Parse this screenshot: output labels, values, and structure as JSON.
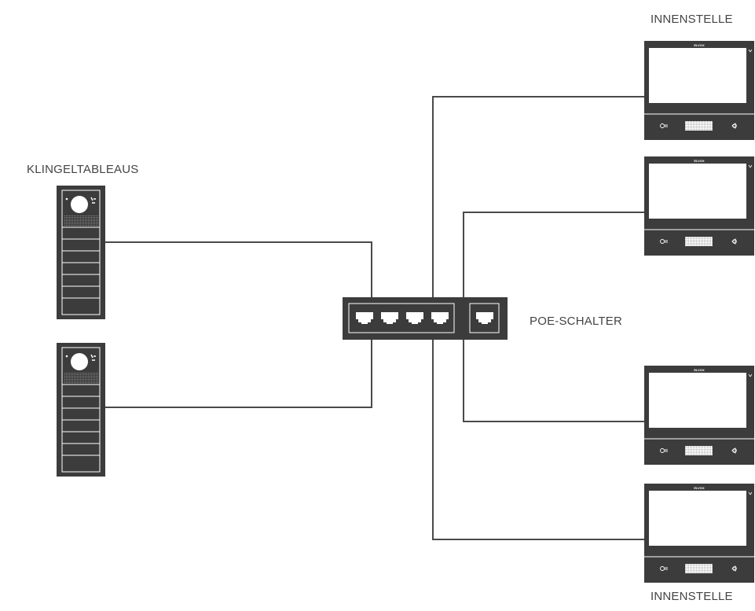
{
  "labels": {
    "door_panels": "KLINGELTABLEAUS",
    "switch": "POE-SCHALTER",
    "indoor_top": "INNENSTELLE",
    "indoor_bottom": "INNENSTELLE"
  },
  "monitor_brand": "ELVOX",
  "door_panel_count": 2,
  "door_panel_button_rows": 7,
  "switch_ports": {
    "poe": 4,
    "uplink": 1
  },
  "monitor_count": 4,
  "colors": {
    "device": "#3c3c3c",
    "wire": "#4a4a4a",
    "screen": "#ffffff",
    "label": "#444444"
  }
}
